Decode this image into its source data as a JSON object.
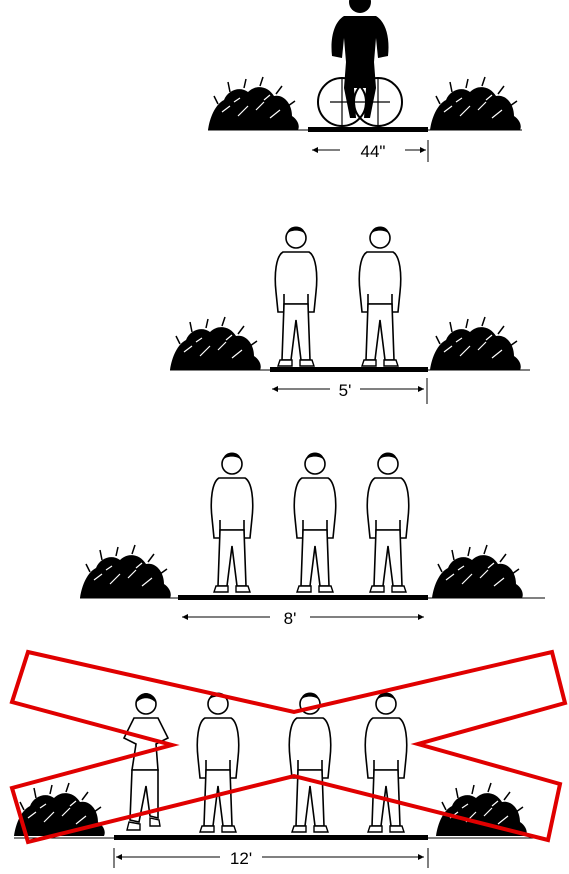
{
  "widths": [
    {
      "label": "44\"",
      "figures": [
        "wheelchair-user"
      ]
    },
    {
      "label": "5'",
      "figures": [
        "walker",
        "walker"
      ]
    },
    {
      "label": "8'",
      "figures": [
        "walker",
        "walker",
        "walker"
      ]
    },
    {
      "label": "12'",
      "figures": [
        "jogger",
        "walker",
        "walker",
        "walker"
      ],
      "crossed_out": true
    }
  ],
  "colors": {
    "ink": "#000000",
    "cross": "#e00000"
  }
}
